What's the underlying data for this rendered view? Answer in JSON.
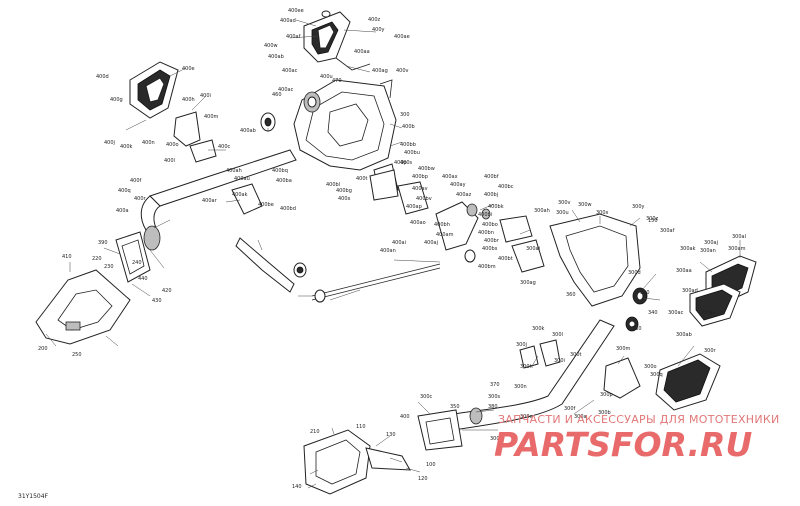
{
  "diagram": {
    "reference_code": "31Y1504F",
    "watermark": {
      "tagline": "ЗАПЧАСТИ И АКСЕССУАРЫ ДЛЯ МОТОТЕХНИКИ",
      "brand": "PARTSFOR.RU"
    },
    "part_labels": [
      "400ee",
      "400ad",
      "400z",
      "400y",
      "400af",
      "400w",
      "400ae",
      "400aa",
      "400ab",
      "400ag",
      "400ac",
      "400v",
      "470",
      "400u",
      "400e",
      "400d",
      "400i",
      "400h",
      "400g",
      "400m",
      "400j",
      "400k",
      "400n",
      "400o",
      "400l",
      "460",
      "400ab",
      "400ac",
      "400b",
      "400c",
      "400a",
      "400bb",
      "400s",
      "400bu",
      "400t",
      "400f",
      "400q",
      "400r",
      "400ah",
      "400au",
      "400bq",
      "400ba",
      "400ak",
      "400ar",
      "400be",
      "400bd",
      "400bl",
      "400bg",
      "400x",
      "400p",
      "400bw",
      "400bp",
      "400av",
      "400ax",
      "400ay",
      "400az",
      "400bv",
      "400ap",
      "400ao",
      "400bh",
      "400am",
      "400aj",
      "400ai",
      "400an",
      "400bf",
      "400bc",
      "400bj",
      "400bk",
      "400bi",
      "400bo",
      "400bn",
      "400br",
      "400bs",
      "400bt",
      "400bm",
      "300ah",
      "300ag",
      "300ai",
      "300j",
      "300k",
      "300l",
      "300af",
      "300ak",
      "300aj",
      "300al",
      "300an",
      "300am",
      "300aa",
      "300ad",
      "300ae",
      "300ab",
      "300ac",
      "300z",
      "300y",
      "300x",
      "300w",
      "300v",
      "300u",
      "300t",
      "300i",
      "300h",
      "300n",
      "300m",
      "300r",
      "300o",
      "300q",
      "300p",
      "300s",
      "300e",
      "300g",
      "300f",
      "300a",
      "300b",
      "300c",
      "300d",
      "350",
      "340",
      "320",
      "330",
      "360",
      "370",
      "380",
      "390",
      "440",
      "420",
      "430",
      "410",
      "220",
      "230",
      "240",
      "250",
      "200",
      "210",
      "110",
      "100",
      "120",
      "130",
      "140",
      "150",
      "300",
      "400",
      "310"
    ]
  }
}
